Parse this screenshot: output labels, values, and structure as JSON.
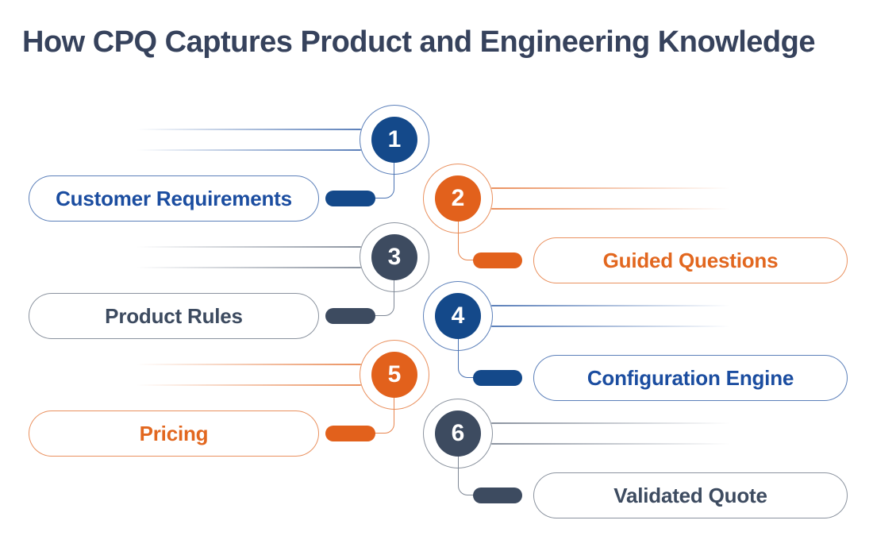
{
  "title": "How CPQ Captures Product and Engineering Knowledge",
  "colors": {
    "background": "#ffffff",
    "title_text": "#36425c",
    "number_text": "#ffffff",
    "blue": {
      "fill": "#14498a",
      "soft": "#4a72b2",
      "text": "#1b4da0"
    },
    "orange": {
      "fill": "#e2611c",
      "soft": "#e8854e",
      "text": "#e2671f"
    },
    "slate": {
      "fill": "#3d4b60",
      "soft": "#7e8795",
      "text": "#3d4b60"
    }
  },
  "items": [
    {
      "number": "1",
      "label": "Customer Requirements",
      "side": "left",
      "color": "blue"
    },
    {
      "number": "2",
      "label": "Guided Questions",
      "side": "right",
      "color": "orange"
    },
    {
      "number": "3",
      "label": "Product Rules",
      "side": "left",
      "color": "slate"
    },
    {
      "number": "4",
      "label": "Configuration Engine",
      "side": "right",
      "color": "blue"
    },
    {
      "number": "5",
      "label": "Pricing",
      "side": "left",
      "color": "orange"
    },
    {
      "number": "6",
      "label": "Validated Quote",
      "side": "right",
      "color": "slate"
    }
  ]
}
